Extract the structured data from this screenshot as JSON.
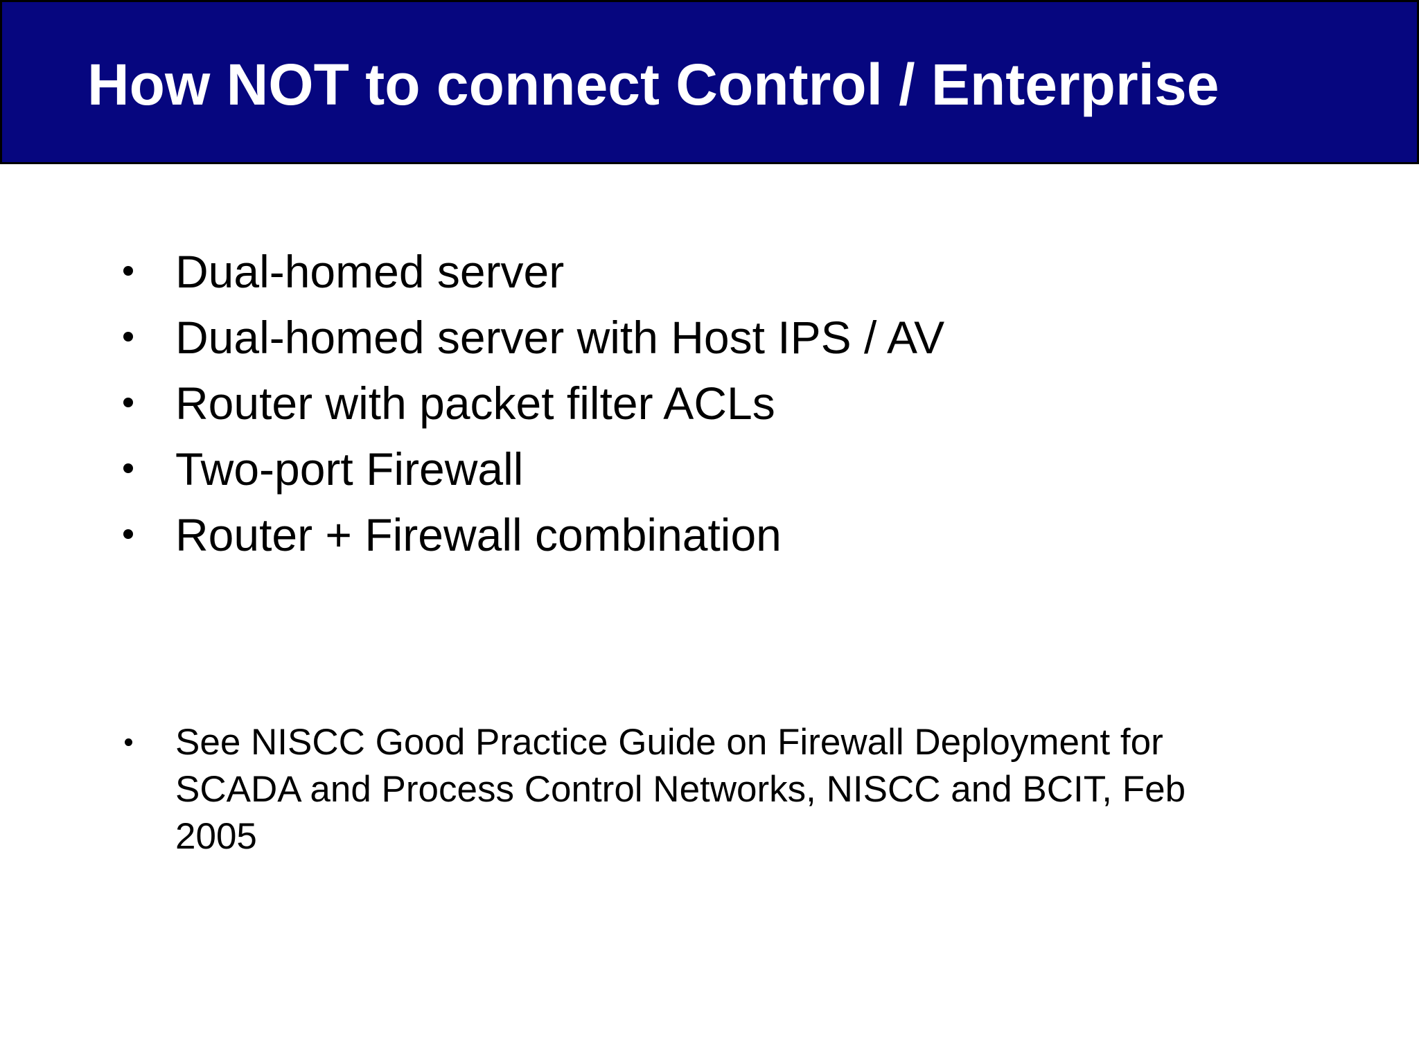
{
  "slide": {
    "title": "How NOT to connect Control / Enterprise",
    "bullets": [
      "Dual-homed server",
      "Dual-homed server with Host IPS / AV",
      "Router with packet filter ACLs",
      "Two-port Firewall",
      "Router + Firewall combination"
    ],
    "notes": [
      "See NISCC Good Practice Guide on Firewall Deployment for SCADA and Process Control Networks, NISCC and BCIT, Feb 2005"
    ],
    "colors": {
      "background": "#ffffff",
      "header_bg": "#06067f",
      "header_border": "#000000",
      "title_text": "#ffffff",
      "body_text": "#000000"
    }
  }
}
